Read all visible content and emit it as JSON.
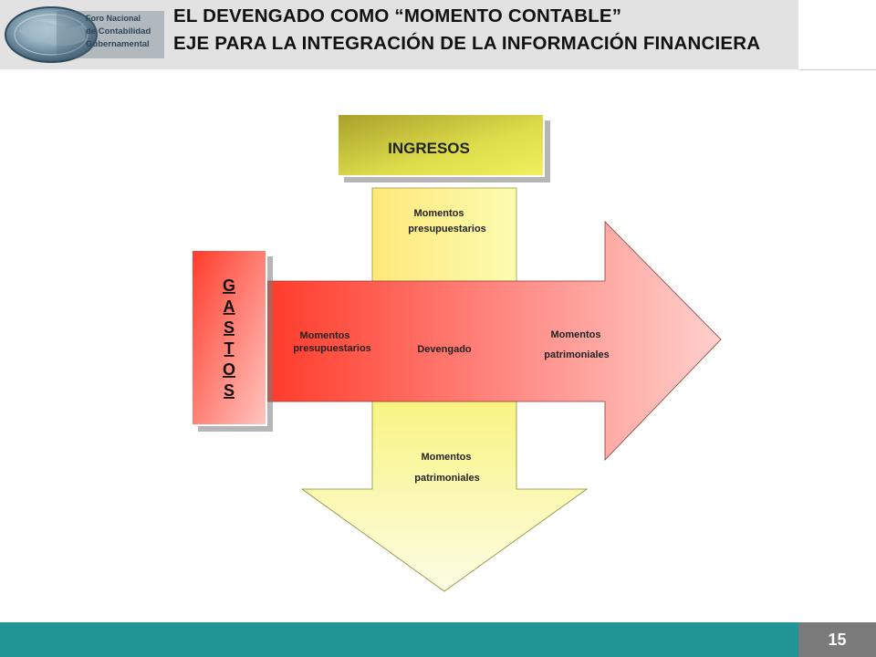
{
  "header": {
    "logo": {
      "line1": "Foro Nacional",
      "line2": "de Contabilidad",
      "line3": "Gubernamental"
    },
    "title_line1": "EL DEVENGADO COMO “MOMENTO CONTABLE”",
    "title_line2": "EJE PARA LA INTEGRACIÓN DE LA INFORMACIÓN FINANCIERA"
  },
  "diagram": {
    "ingresos_label": "INGRESOS",
    "gastos_letters": [
      "G",
      "A",
      "S",
      "T",
      "O",
      "S"
    ],
    "vertical_top_line1": "Momentos",
    "vertical_top_line2": "presupuestarios",
    "arrow_left_line1": "Momentos",
    "arrow_left_line2": "presupuestarios",
    "arrow_center": "Devengado",
    "arrow_right_line1": "Momentos",
    "arrow_right_line2": "patrimoniales",
    "vertical_bottom_line1": "Momentos",
    "vertical_bottom_line2": "patrimoniales"
  },
  "footer": {
    "page_number": "15"
  },
  "colors": {
    "header_bg": "#e2e2e2",
    "footer_teal": "#1f9596",
    "page_box": "#7a7a7a",
    "ingresos_box": "#c8c83c",
    "yellow_arrow": "#f8f890",
    "red_arrow": "#ff4a3a"
  }
}
